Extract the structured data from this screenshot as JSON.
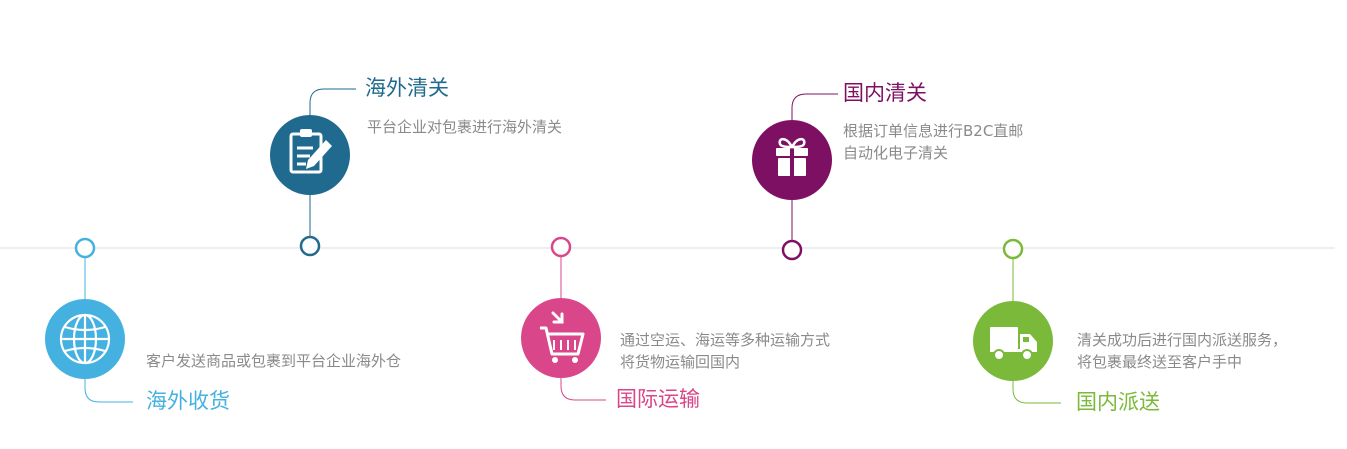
{
  "colors": {
    "step1": "#45b1e0",
    "step2": "#1f6a8e",
    "step3": "#d9478a",
    "step4": "#7e1063",
    "step5": "#7bb93a",
    "timeline": "#dddddd",
    "description": "#8a8a8a"
  },
  "steps": [
    {
      "title": "海外收货",
      "desc": [
        "客户发送商品或包裹到平台企业海外仓"
      ],
      "icon": "globe-icon"
    },
    {
      "title": "海外清关",
      "desc": [
        "平台企业对包裹进行海外清关"
      ],
      "icon": "clipboard-edit-icon"
    },
    {
      "title": "国际运输",
      "desc": [
        "通过空运、海运等多种运输方式",
        "将货物运输回国内"
      ],
      "icon": "cart-icon"
    },
    {
      "title": "国内清关",
      "desc": [
        "根据订单信息进行B2C直邮",
        "自动化电子清关"
      ],
      "icon": "gift-icon"
    },
    {
      "title": "国内派送",
      "desc": [
        "清关成功后进行国内派送服务，",
        "将包裹最终送至客户手中"
      ],
      "icon": "truck-icon"
    }
  ]
}
